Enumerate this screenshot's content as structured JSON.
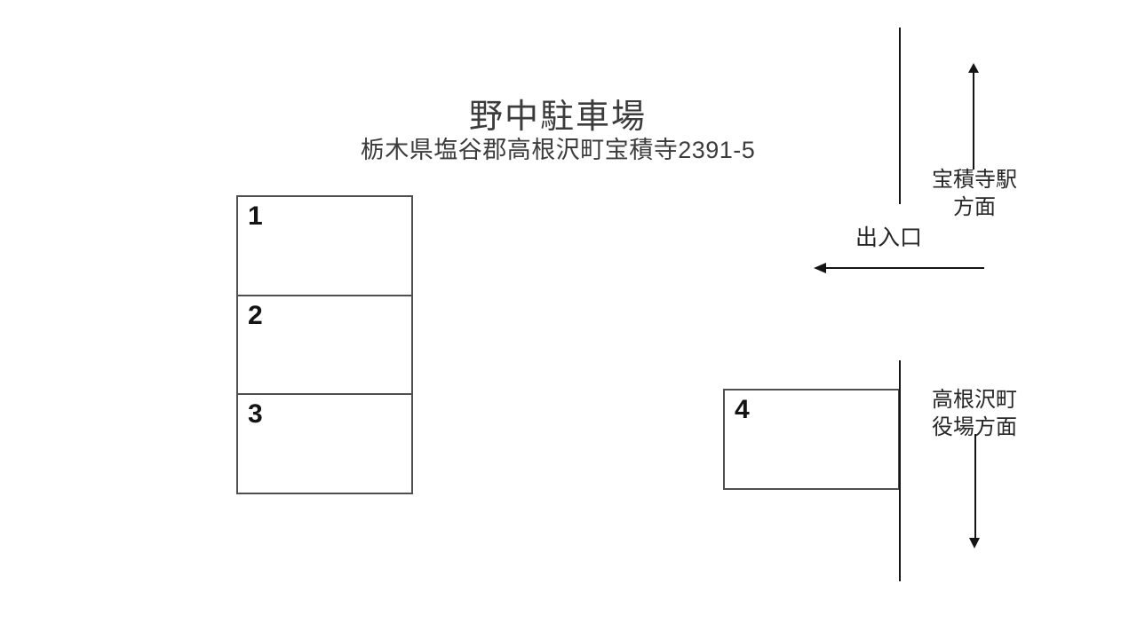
{
  "header": {
    "title": "野中駐車場",
    "address": "栃木県塩谷郡高根沢町宝積寺2391-5"
  },
  "parking": {
    "left_block": {
      "spaces": [
        {
          "number": "1"
        },
        {
          "number": "2"
        },
        {
          "number": "3"
        }
      ]
    },
    "right_block": {
      "spaces": [
        {
          "number": "4"
        }
      ]
    }
  },
  "labels": {
    "entrance": "出入口",
    "direction_station": {
      "line1": "宝積寺駅",
      "line2": "方面"
    },
    "direction_town_hall": {
      "line1": "高根沢町",
      "line2": "役場方面"
    }
  },
  "colors": {
    "background": "#ffffff",
    "text": "#2b2b2b",
    "block_border": "#4f4f4f",
    "road_line": "#141414"
  }
}
